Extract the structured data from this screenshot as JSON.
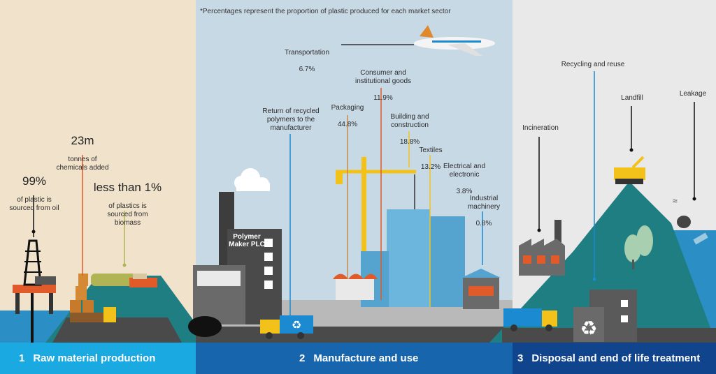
{
  "note": "*Percentages represent the proportion of plastic produced for each market sector",
  "raw": {
    "oil_value": "99%",
    "oil_text": "of plastic is\nsourced from oil",
    "chem_value": "23m",
    "chem_text": "tonnes of\nchemicals added",
    "bio_value": "less than 1%",
    "bio_text": "of plastics is\nsourced from\nbiomass"
  },
  "factory": {
    "name": "Polymer\nMaker\nPLC"
  },
  "manufacture": {
    "recycled_return": "Return of recycled\npolymers to the\nmanufacturer"
  },
  "sectors": [
    {
      "name": "Transportation",
      "value": "6.7%"
    },
    {
      "name": "Consumer and\ninstitutional goods",
      "value": "11.9%"
    },
    {
      "name": "Packaging",
      "value": "44.8%"
    },
    {
      "name": "Building and\nconstruction",
      "value": "18.8%"
    },
    {
      "name": "Textiles",
      "value": "13.2%"
    },
    {
      "name": "Electrical and\nelectronic",
      "value": "3.8%"
    },
    {
      "name": "Industrial\nmachinery",
      "value": "0.8%"
    }
  ],
  "disposal": {
    "incineration": "Incineration",
    "recycling": "Recycling and reuse",
    "landfill": "Landfill",
    "leakage": "Leakage"
  },
  "stages": [
    {
      "num": "1",
      "label": "Raw material production"
    },
    {
      "num": "2",
      "label": "Manufacture and use"
    },
    {
      "num": "3",
      "label": "Disposal and end of life treatment"
    }
  ],
  "colors": {
    "raw_bg": "#f1e3cb",
    "manu_bg": "#c8d9e6",
    "disp_bg": "#e9e9e9",
    "band1": "#1aa9e0",
    "band2": "#1665ad",
    "band3": "#10448c",
    "hill": "#1e7e82"
  }
}
